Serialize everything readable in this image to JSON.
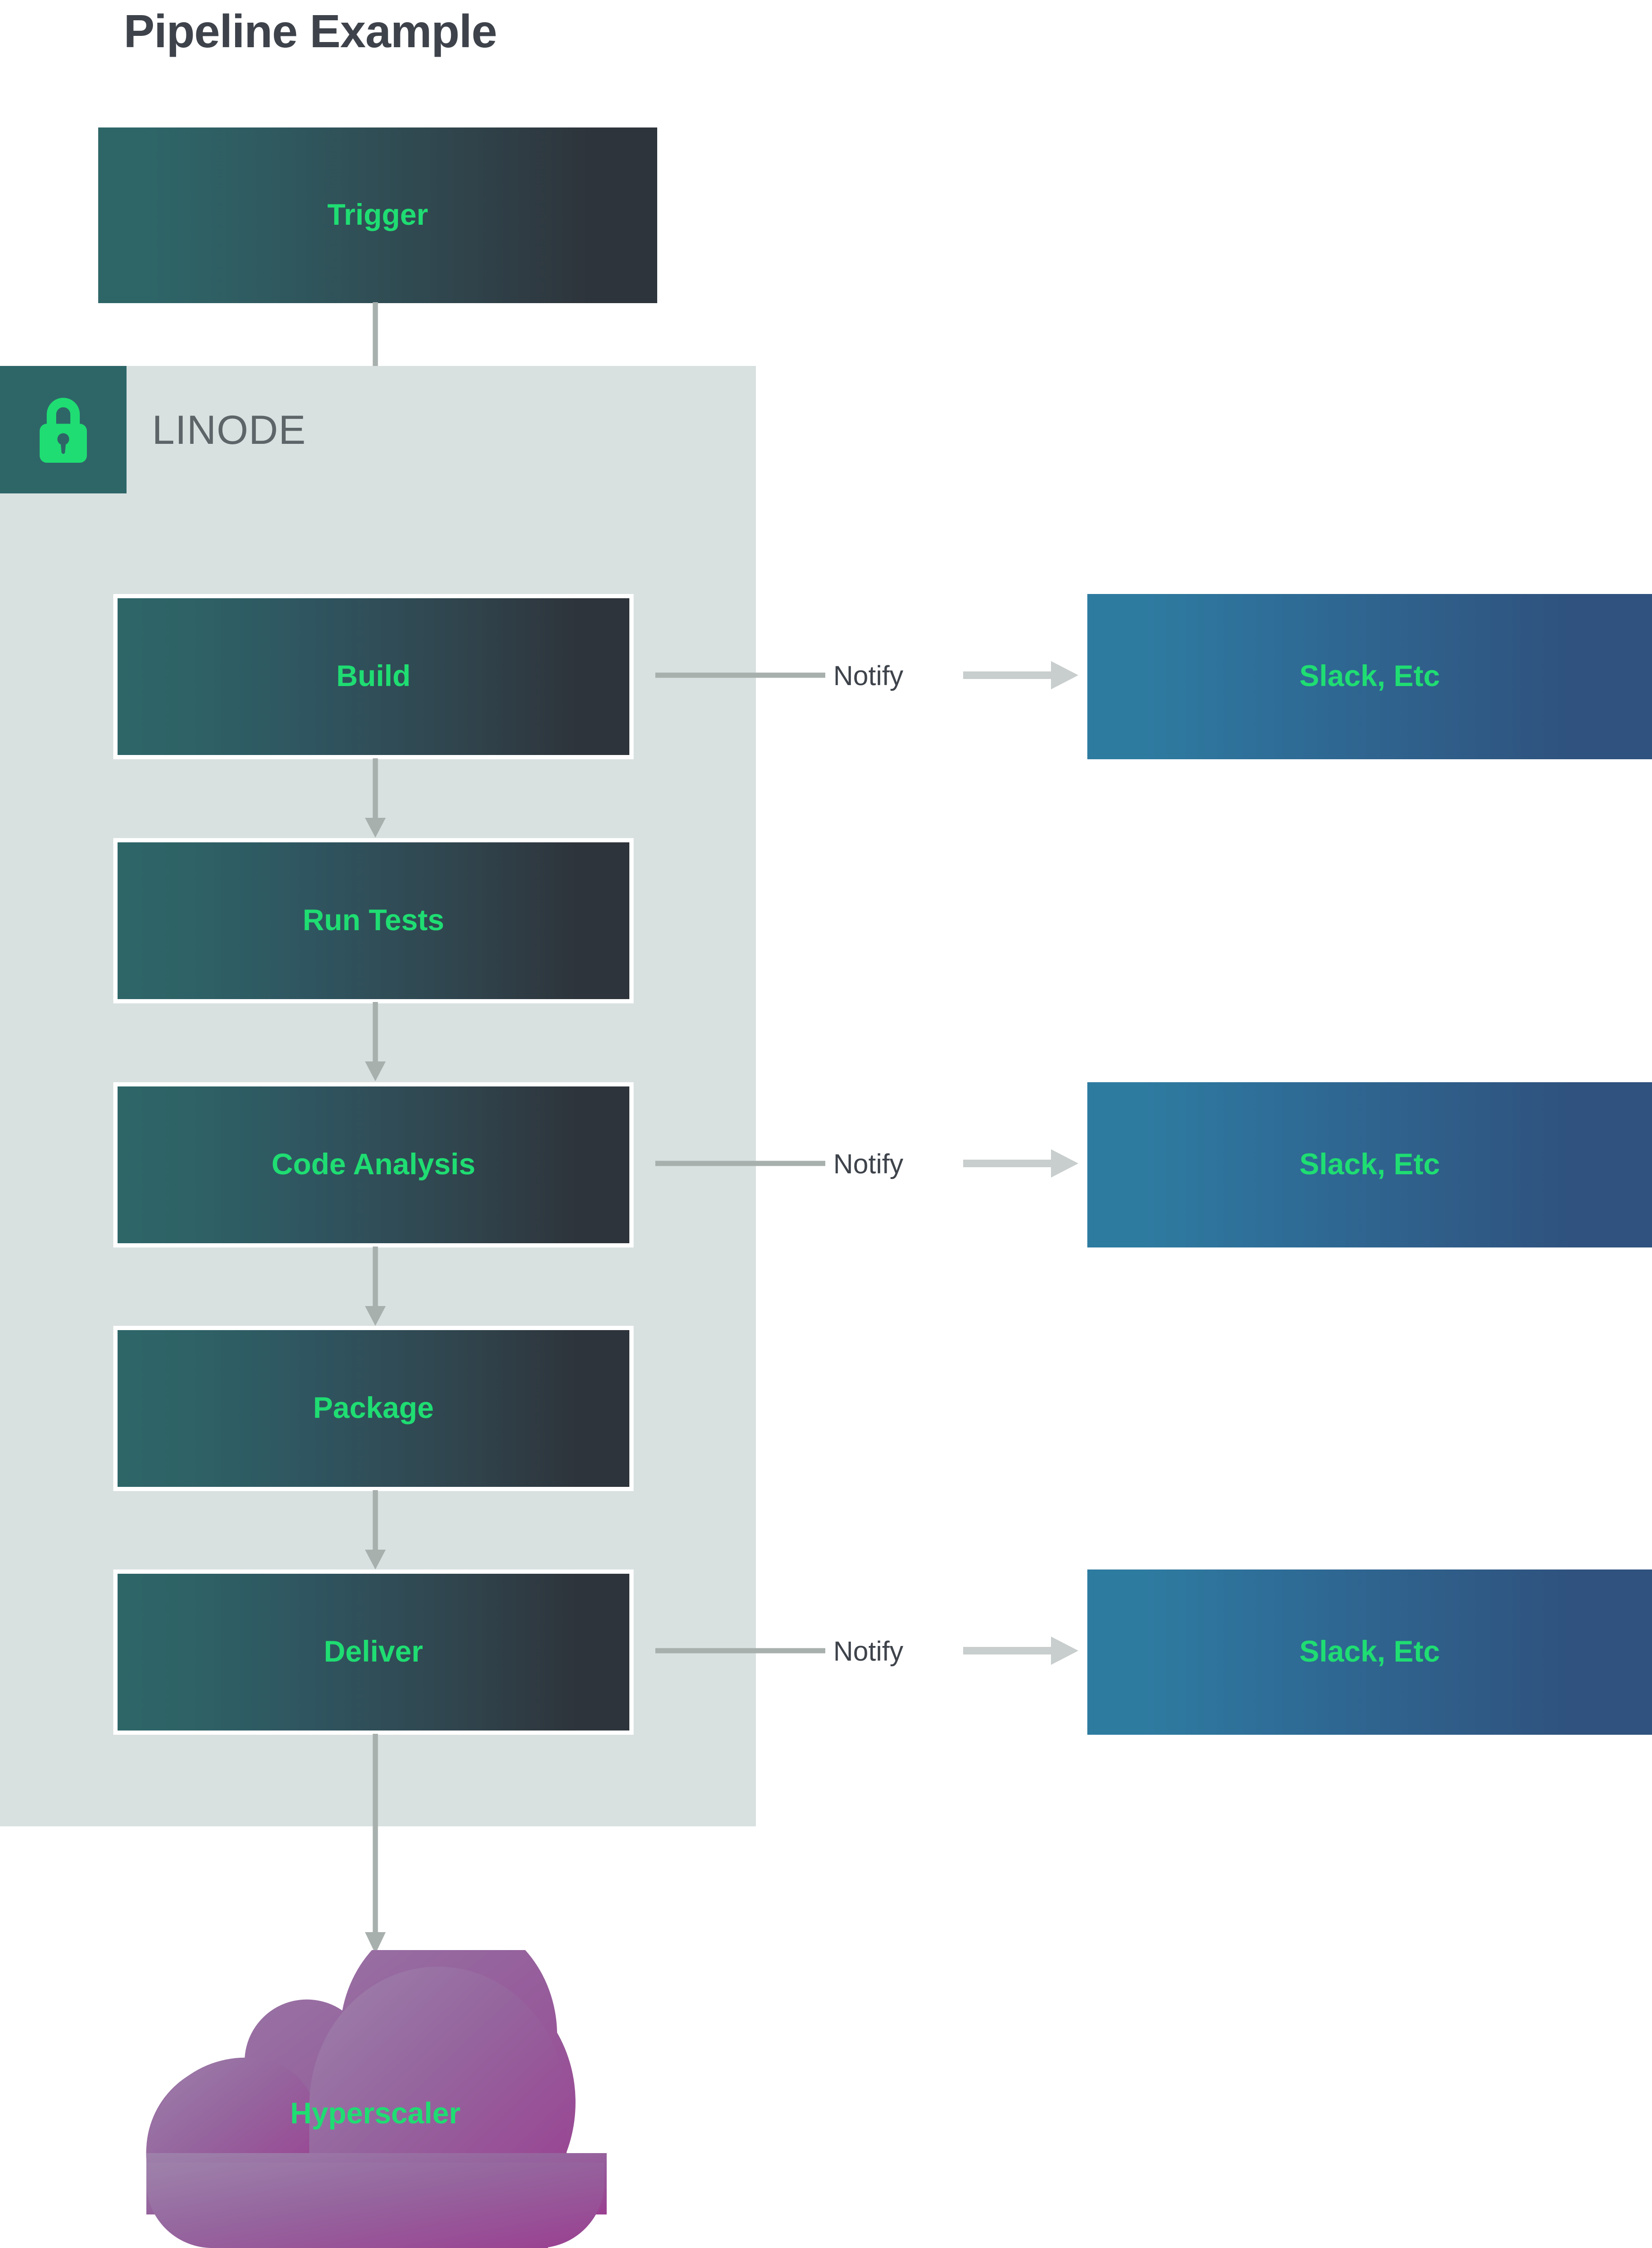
{
  "title": "Pipeline Example",
  "colors": {
    "accent_green": "#1FDD72",
    "title_gray": "#3E434B",
    "zone_bg": "#D8E1E0",
    "zone_badge": "#2E6668",
    "zone_label": "#5E6569",
    "stage_gradient_start": "#2E6668",
    "stage_gradient_end": "#2E343B",
    "notify_gradient_start": "#2E7BA0",
    "notify_gradient_end": "#2F527E",
    "cloud_gradient_start": "#9B7AA8",
    "cloud_gradient_end": "#99408F",
    "arrow_gray": "#A8B0AE"
  },
  "trigger": {
    "label": "Trigger"
  },
  "zone": {
    "label": "LINODE",
    "icon": "lock-icon"
  },
  "stages": [
    {
      "label": "Build"
    },
    {
      "label": "Run Tests"
    },
    {
      "label": "Code Analysis"
    },
    {
      "label": "Package"
    },
    {
      "label": "Deliver"
    }
  ],
  "notifications": [
    {
      "edge_label": "Notify",
      "target_label": "Slack, Etc",
      "from_stage": "Build"
    },
    {
      "edge_label": "Notify",
      "target_label": "Slack, Etc",
      "from_stage": "Code Analysis"
    },
    {
      "edge_label": "Notify",
      "target_label": "Slack, Etc",
      "from_stage": "Deliver"
    }
  ],
  "cloud": {
    "label": "Hyperscaler"
  }
}
